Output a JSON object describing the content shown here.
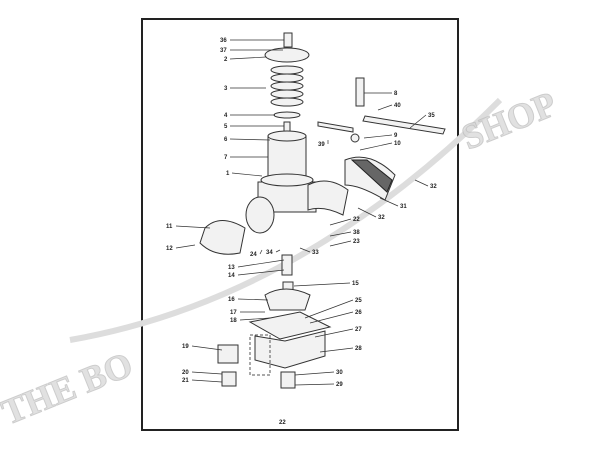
{
  "diagram": {
    "page_number": "22",
    "watermark": {
      "left": "THE BO",
      "right": "SHOP"
    },
    "callouts": [
      "36",
      "37",
      "2",
      "3",
      "4",
      "5",
      "6",
      "7",
      "1",
      "8",
      "40",
      "35",
      "9",
      "39",
      "10",
      "32",
      "31",
      "32",
      "22",
      "11",
      "38",
      "23",
      "12",
      "24",
      "34",
      "33",
      "13",
      "14",
      "15",
      "16",
      "25",
      "17",
      "26",
      "18",
      "27",
      "19",
      "28",
      "20",
      "30",
      "21",
      "29"
    ]
  }
}
